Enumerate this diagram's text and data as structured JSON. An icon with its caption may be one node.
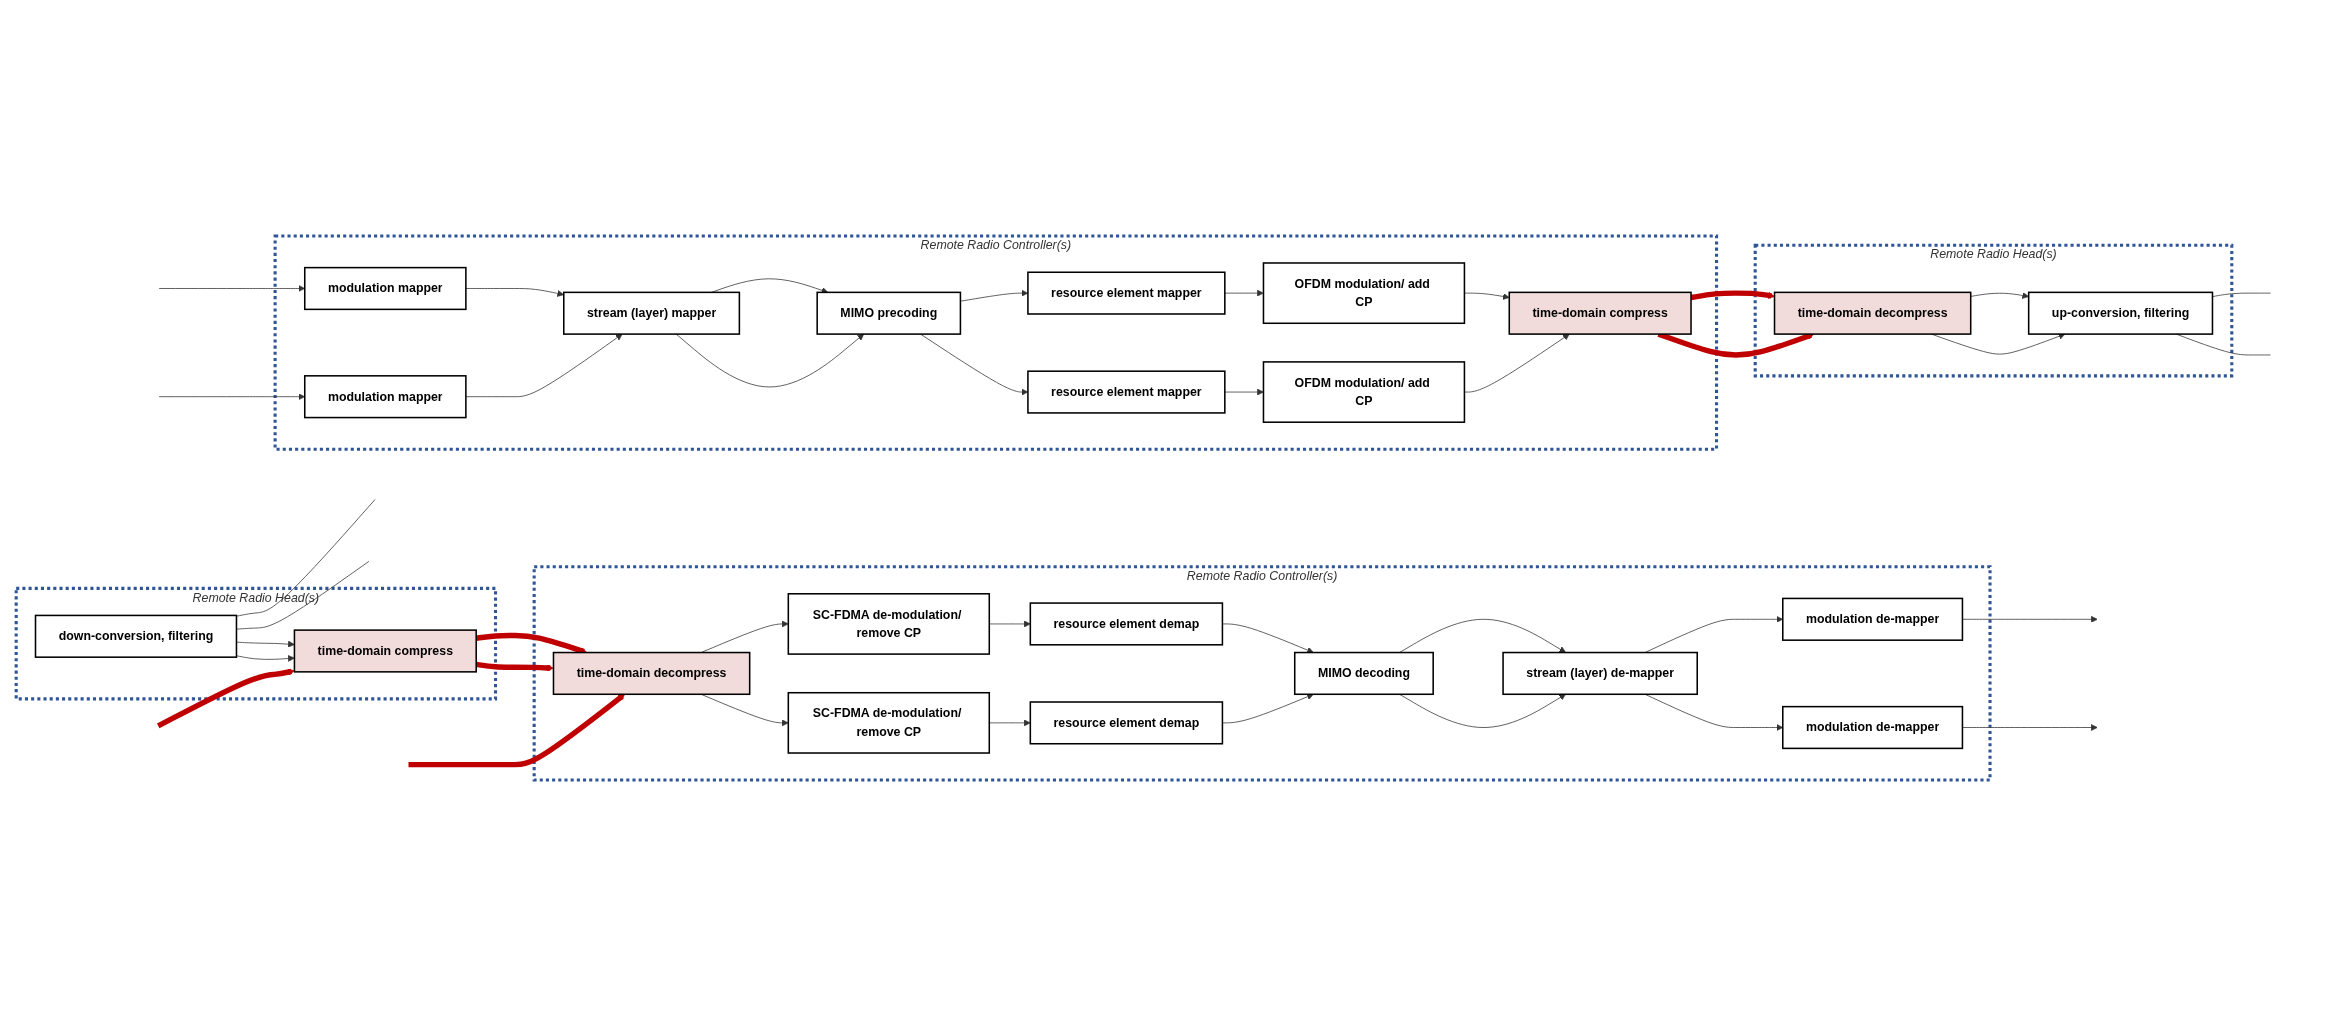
{
  "diagram": {
    "nodes": [
      {
        "text": [
          "Remote Radio Controller(s)"
        ]
      },
      {
        "text": [
          "modulation mapper"
        ],
        "in": 0
      },
      {
        "text": [
          "modulation mapper"
        ],
        "in": 0
      },
      {
        "text": [
          "stream (layer) mapper"
        ],
        "in": 0
      },
      {
        "text": [
          "MIMO precoding"
        ],
        "in": 0
      },
      {
        "text": [
          "resource element mapper"
        ],
        "in": 0
      },
      {
        "text": [
          "resource element mapper"
        ],
        "in": 0
      },
      {
        "text": [
          "OFDM modulation/ add CP"
        ],
        "in": 0
      },
      {
        "text": [
          "OFDM modulation/ add CP"
        ],
        "in": 0
      },
      {
        "text": [
          "time-domain compress"
        ],
        "in": 0
      },
      {
        "text": [
          "Remote Radio Head(s)"
        ]
      },
      {
        "text": [
          "time-domain decompress"
        ],
        "in": 10
      },
      {
        "text": [
          "up-conversion, filtering"
        ],
        "in": 10
      },
      {
        "text": [
          "Remote Radio Controller(s)"
        ]
      },
      {
        "text": [
          "modulation de-mapper"
        ],
        "in": 13
      },
      {
        "text": [
          "modulation de-mapper"
        ],
        "in": 13
      },
      {
        "text": [
          "stream (layer) de-mapper"
        ],
        "in": 13
      },
      {
        "text": [
          "MIMO decoding"
        ],
        "in": 13
      },
      {
        "text": [
          "resource element demap"
        ],
        "in": 13
      },
      {
        "text": [
          "resource element demap"
        ],
        "in": 13
      },
      {
        "text": [
          "SC-FDMA de-modulation/ remove CP"
        ],
        "in": 13
      },
      {
        "text": [
          "SC-FDMA de-modulation/ remove CP"
        ],
        "in": 13
      },
      {
        "text": [
          "time-domain decompress"
        ],
        "in": 13
      },
      {
        "text": [
          "Remote Radio Head(s)"
        ]
      },
      {
        "text": [
          "time-domain compress"
        ],
        "in": 23
      },
      {
        "text": [
          "down-conversion, filtering"
        ],
        "in": 23
      }
    ],
    "edges": [
      {
        "from": null,
        "to": 1,
        "arrow": "to"
      },
      {
        "from": null,
        "to": 2,
        "arrow": "to"
      },
      {
        "from": 1,
        "to": 3,
        "arrow": "to"
      },
      {
        "from": 2,
        "to": 3,
        "arrow": "to"
      },
      {
        "from": 3,
        "to": 4,
        "arrow": "to"
      },
      {
        "from": 3,
        "to": 4,
        "arrow": "to"
      },
      {
        "from": 4,
        "to": 5,
        "arrow": "to"
      },
      {
        "from": 4,
        "to": 6,
        "arrow": "to"
      },
      {
        "from": 5,
        "to": 7,
        "arrow": "to"
      },
      {
        "from": 6,
        "to": 8,
        "arrow": "to"
      },
      {
        "from": 7,
        "to": 9,
        "arrow": "to"
      },
      {
        "from": 8,
        "to": 9,
        "arrow": "to"
      },
      {
        "from": 9,
        "to": 11,
        "arrow": "to",
        "style": "thick",
        "color": "#c00000"
      },
      {
        "from": 9,
        "to": 11,
        "arrow": "to",
        "style": "thick",
        "color": "#c00000"
      },
      {
        "from": 11,
        "to": 12,
        "arrow": "to"
      },
      {
        "from": 11,
        "to": 12,
        "arrow": "to"
      },
      {
        "from": 12,
        "to": null,
        "arrow": "none"
      },
      {
        "from": 12,
        "to": null,
        "arrow": "none"
      },
      {
        "from": 25,
        "to": null,
        "arrow": "none"
      },
      {
        "from": 25,
        "to": null,
        "arrow": "none"
      },
      {
        "from": 25,
        "to": 24,
        "arrow": "to"
      },
      {
        "from": 25,
        "to": 24,
        "arrow": "to"
      },
      {
        "from": 24,
        "to": 22,
        "arrow": "to",
        "style": "thick",
        "color": "#c00000"
      },
      {
        "from": 24,
        "to": 22,
        "arrow": "to",
        "style": "thick",
        "color": "#c00000"
      },
      {
        "from": 22,
        "to": 20,
        "arrow": "to"
      },
      {
        "from": 22,
        "to": 21,
        "arrow": "to"
      },
      {
        "from": 20,
        "to": 18,
        "arrow": "to"
      },
      {
        "from": 21,
        "to": 19,
        "arrow": "to"
      },
      {
        "from": 18,
        "to": 17,
        "arrow": "to"
      },
      {
        "from": 19,
        "to": 17,
        "arrow": "to"
      },
      {
        "from": 17,
        "to": 16,
        "arrow": "to"
      },
      {
        "from": 17,
        "to": 16,
        "arrow": "to"
      },
      {
        "from": 16,
        "to": 14,
        "arrow": "to"
      },
      {
        "from": 16,
        "to": 15,
        "arrow": "to"
      },
      {
        "from": 14,
        "to": null,
        "arrow": "to"
      },
      {
        "from": 15,
        "to": null,
        "arrow": "to"
      },
      {
        "from": null,
        "to": 22,
        "arrow": "to",
        "style": "thick",
        "color": "#c00000"
      },
      {
        "from": null,
        "to": 24,
        "arrow": "to",
        "style": "thick",
        "color": "#c00000"
      }
    ]
  }
}
